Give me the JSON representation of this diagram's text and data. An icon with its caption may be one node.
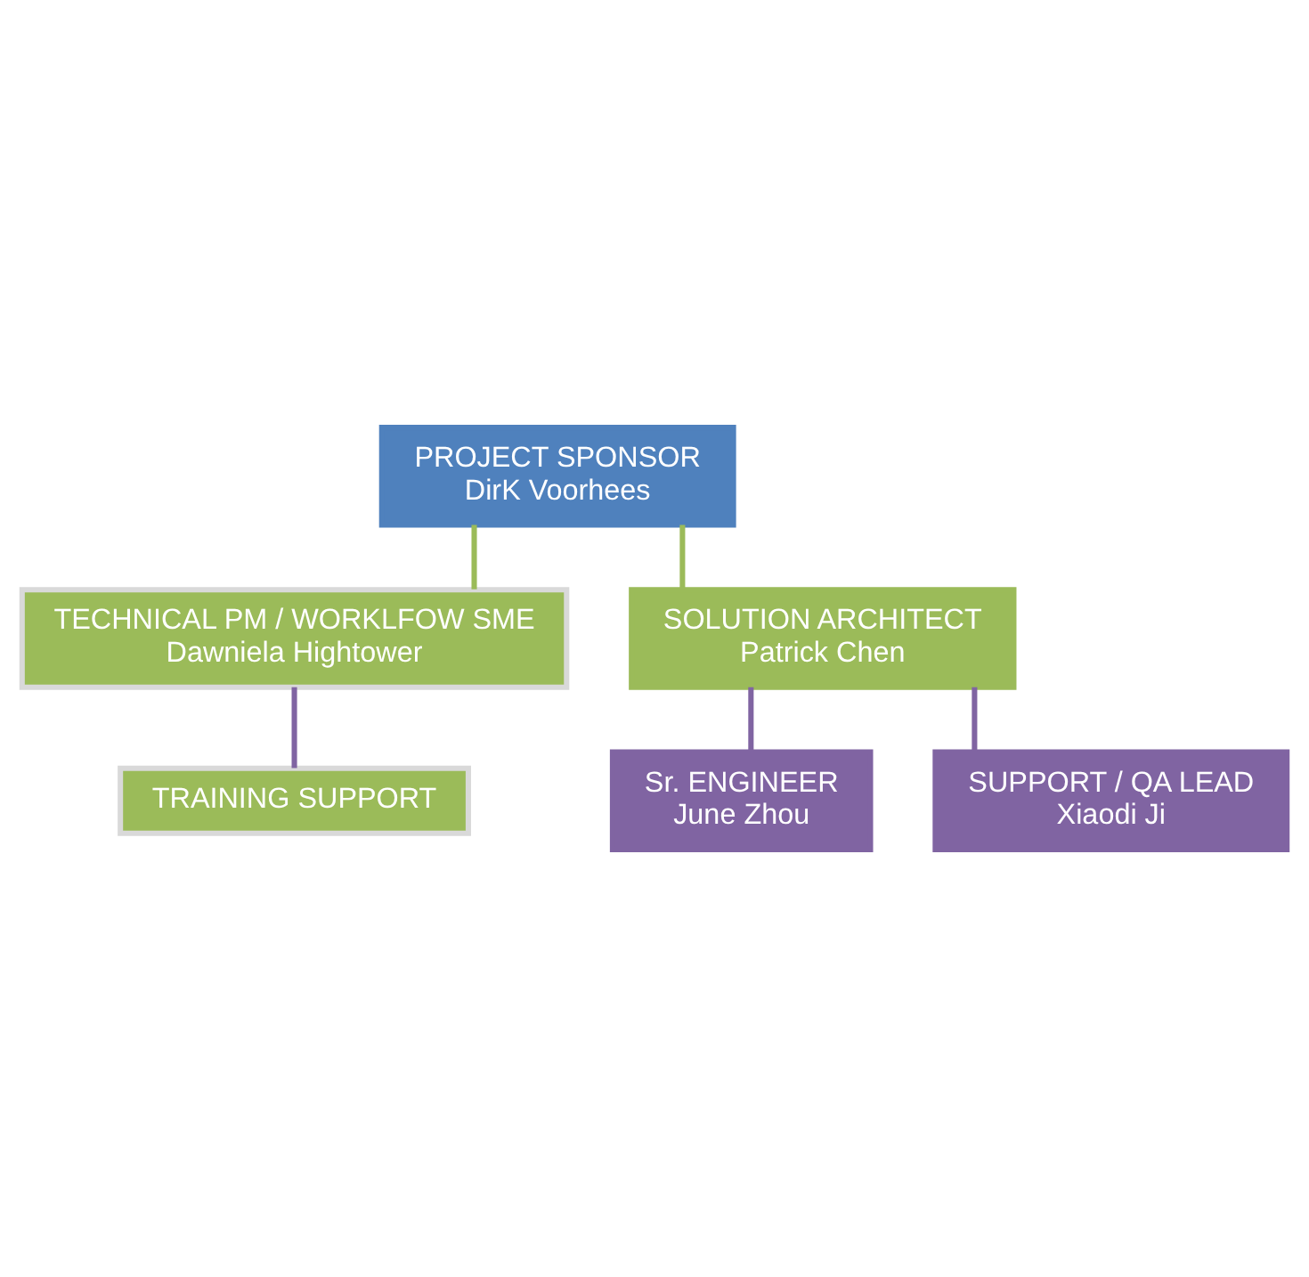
{
  "diagram": {
    "nodes": [
      {
        "text": [
          "PROJECT SPONSOR",
          "DirK Voorhees"
        ]
      },
      {
        "text": [
          "TECHNICAL PM / WORKLFOW SME",
          "Dawniela Hightower"
        ]
      },
      {
        "text": [
          "TRAINING SUPPORT"
        ]
      },
      {
        "text": [
          "SOLUTION ARCHITECT",
          "Patrick Chen"
        ]
      },
      {
        "text": [
          "Sr. ENGINEER",
          "June Zhou"
        ]
      },
      {
        "text": [
          "SUPPORT / QA LEAD",
          "Xiaodi Ji"
        ]
      }
    ],
    "edges": [
      {
        "from": 0,
        "to": 1,
        "arrow": "none",
        "color": "#9bbb59"
      },
      {
        "from": 0,
        "to": 3,
        "arrow": "none",
        "color": "#9bbb59"
      },
      {
        "from": 1,
        "to": 2,
        "arrow": "none"
      },
      {
        "from": 3,
        "to": 4,
        "arrow": "none"
      },
      {
        "from": 3,
        "to": 5,
        "arrow": "none"
      }
    ]
  }
}
